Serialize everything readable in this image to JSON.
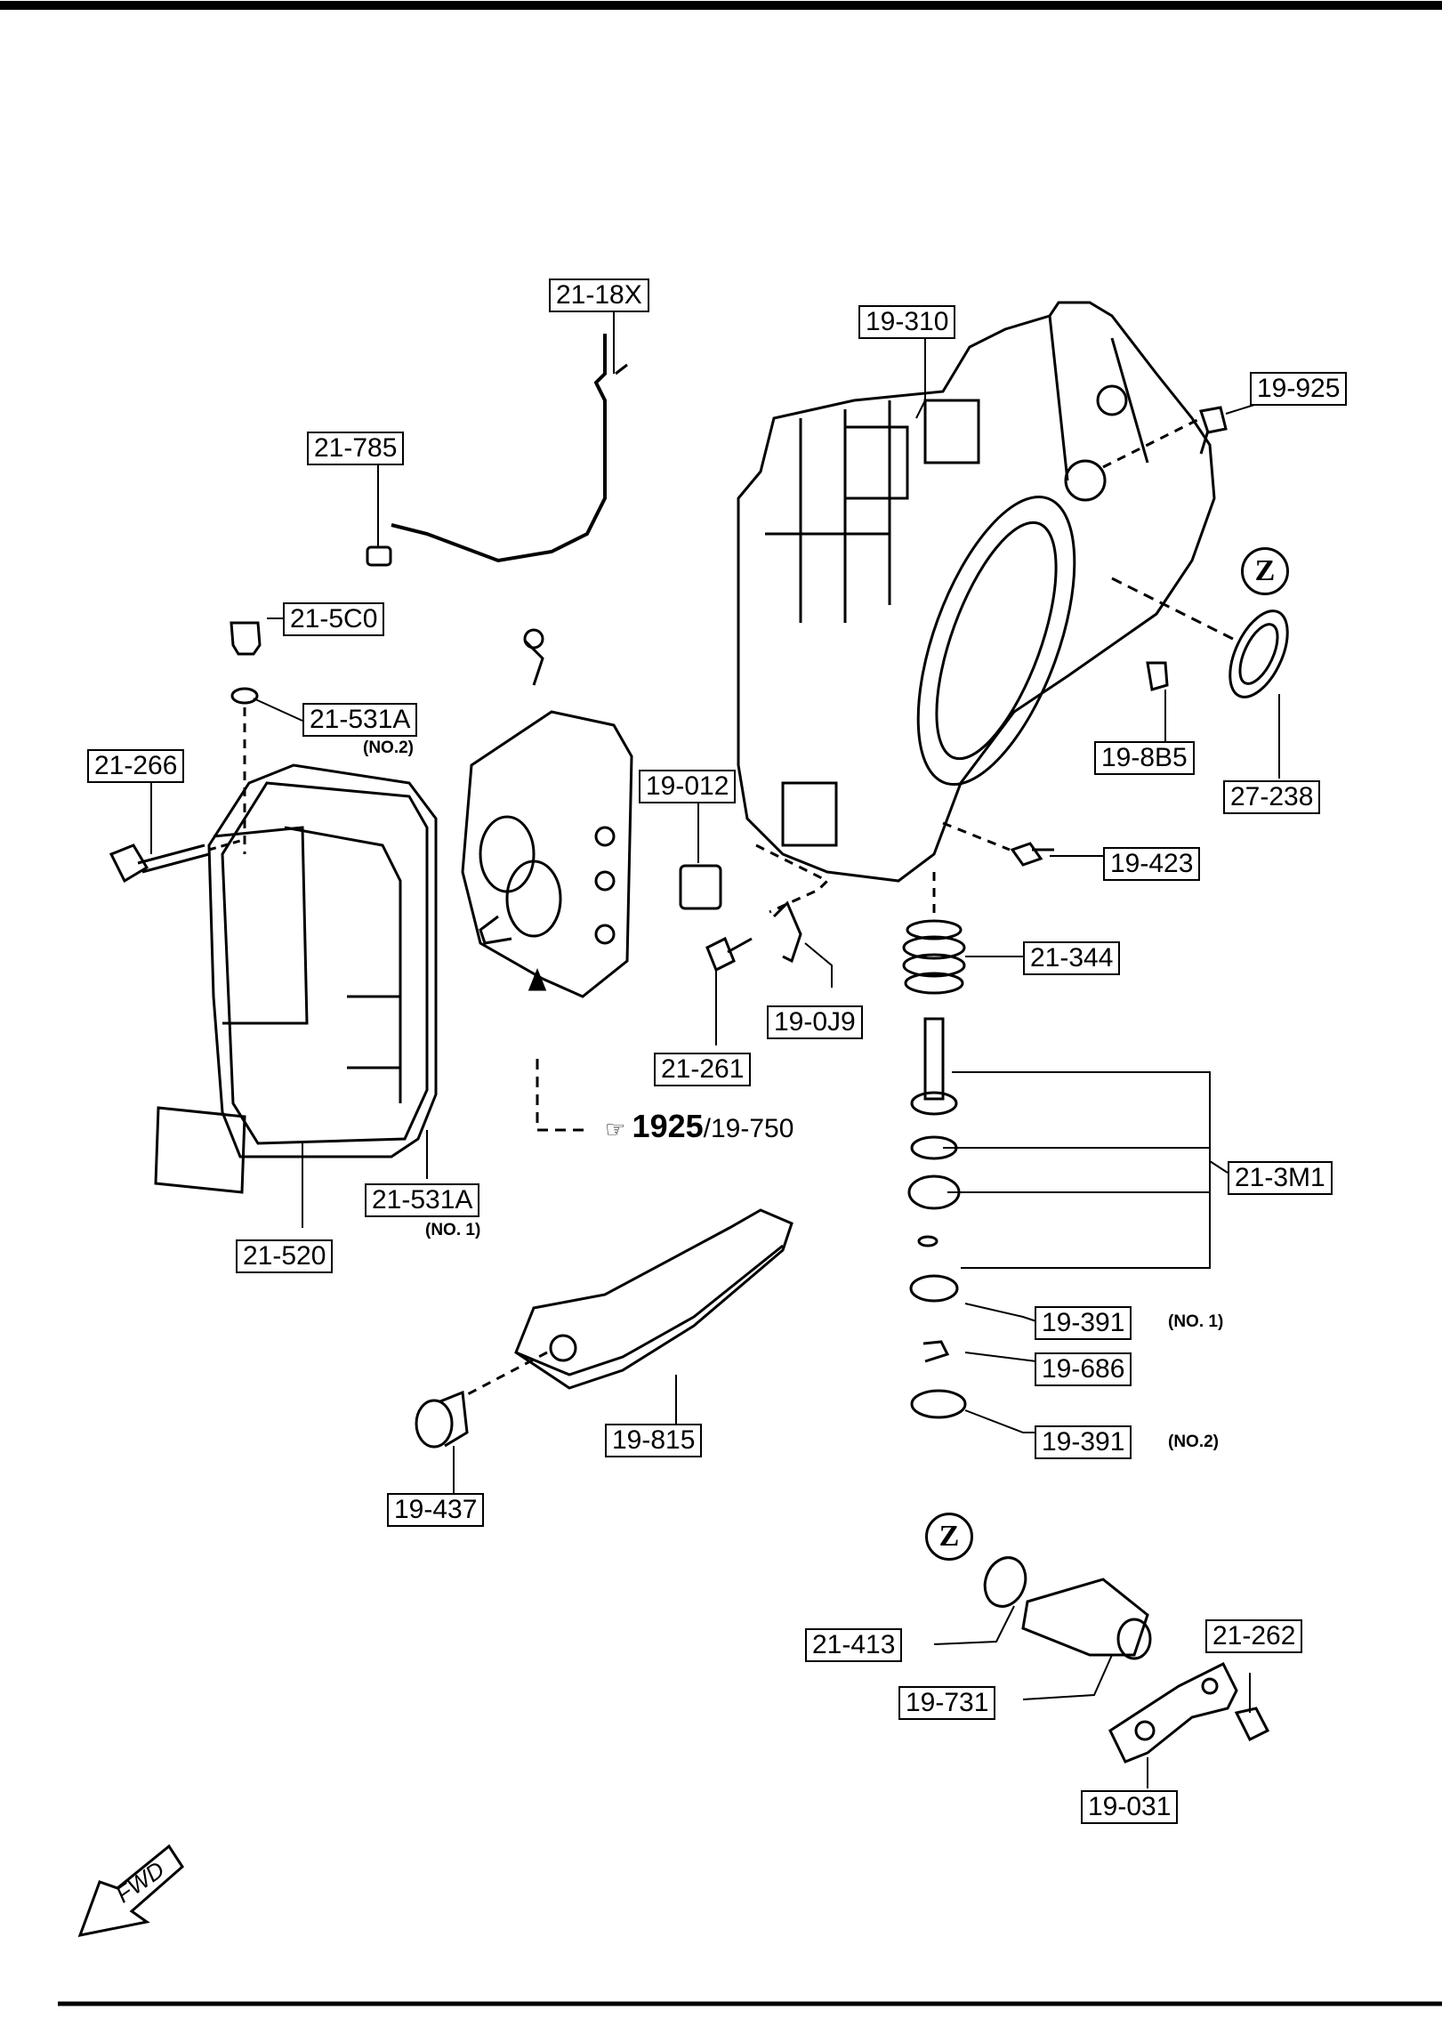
{
  "diagram": {
    "parts": [
      {
        "id": "21-18X",
        "label": "21-18X"
      },
      {
        "id": "19-310",
        "label": "19-310"
      },
      {
        "id": "19-925",
        "label": "19-925"
      },
      {
        "id": "21-785",
        "label": "21-785"
      },
      {
        "id": "21-5C0",
        "label": "21-5C0"
      },
      {
        "id": "21-531A-no2",
        "label": "21-531A"
      },
      {
        "id": "21-266",
        "label": "21-266"
      },
      {
        "id": "19-012",
        "label": "19-012"
      },
      {
        "id": "19-8B5",
        "label": "19-8B5"
      },
      {
        "id": "27-238",
        "label": "27-238"
      },
      {
        "id": "19-423",
        "label": "19-423"
      },
      {
        "id": "21-344",
        "label": "21-344"
      },
      {
        "id": "19-0J9",
        "label": "19-0J9"
      },
      {
        "id": "21-261",
        "label": "21-261"
      },
      {
        "id": "21-3M1",
        "label": "21-3M1"
      },
      {
        "id": "21-531A-no1",
        "label": "21-531A"
      },
      {
        "id": "21-520",
        "label": "21-520"
      },
      {
        "id": "19-391-no1",
        "label": "19-391"
      },
      {
        "id": "19-686",
        "label": "19-686"
      },
      {
        "id": "19-815",
        "label": "19-815"
      },
      {
        "id": "19-391-no2",
        "label": "19-391"
      },
      {
        "id": "19-437",
        "label": "19-437"
      },
      {
        "id": "21-413",
        "label": "21-413"
      },
      {
        "id": "21-262",
        "label": "21-262"
      },
      {
        "id": "19-731",
        "label": "19-731"
      },
      {
        "id": "19-031",
        "label": "19-031"
      }
    ],
    "notes": {
      "no2_a": "(NO.2)",
      "no1_a": "(NO. 1)",
      "no1_b": "(NO. 1)",
      "no2_b": "(NO.2)"
    },
    "reference": {
      "bold": "1925",
      "rest": "/19-750"
    },
    "z_marks": [
      "Z",
      "Z"
    ],
    "fwd": "FWD"
  }
}
